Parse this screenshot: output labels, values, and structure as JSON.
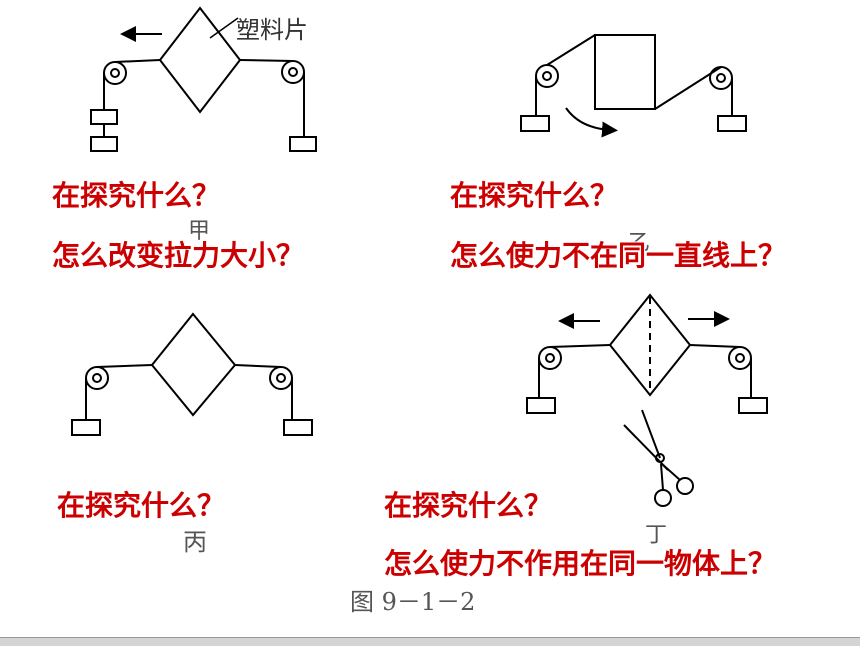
{
  "colors": {
    "question": "#cc0000",
    "diagram": "#000000",
    "caption": "#555555"
  },
  "panels": {
    "jia": {
      "material_label": "塑料片",
      "caption": "甲"
    },
    "yi": {
      "caption": "乙"
    },
    "bing": {
      "caption": "丙"
    },
    "ding": {
      "caption": "丁"
    }
  },
  "figure_caption": "图 9－1－2",
  "questions": [
    {
      "id": "jia-q1",
      "text": "在探究什么？"
    },
    {
      "id": "jia-q2",
      "text": "怎么改变拉力大小？"
    },
    {
      "id": "yi-q1",
      "text": "在探究什么？"
    },
    {
      "id": "yi-q2",
      "text": "怎么使力不在同一直线上？"
    },
    {
      "id": "bing-q1",
      "text": "在探究什么？"
    },
    {
      "id": "ding-q1",
      "text": "在探究什么？"
    },
    {
      "id": "ding-q2",
      "text": "怎么使力不作用在同一物体上？"
    }
  ]
}
